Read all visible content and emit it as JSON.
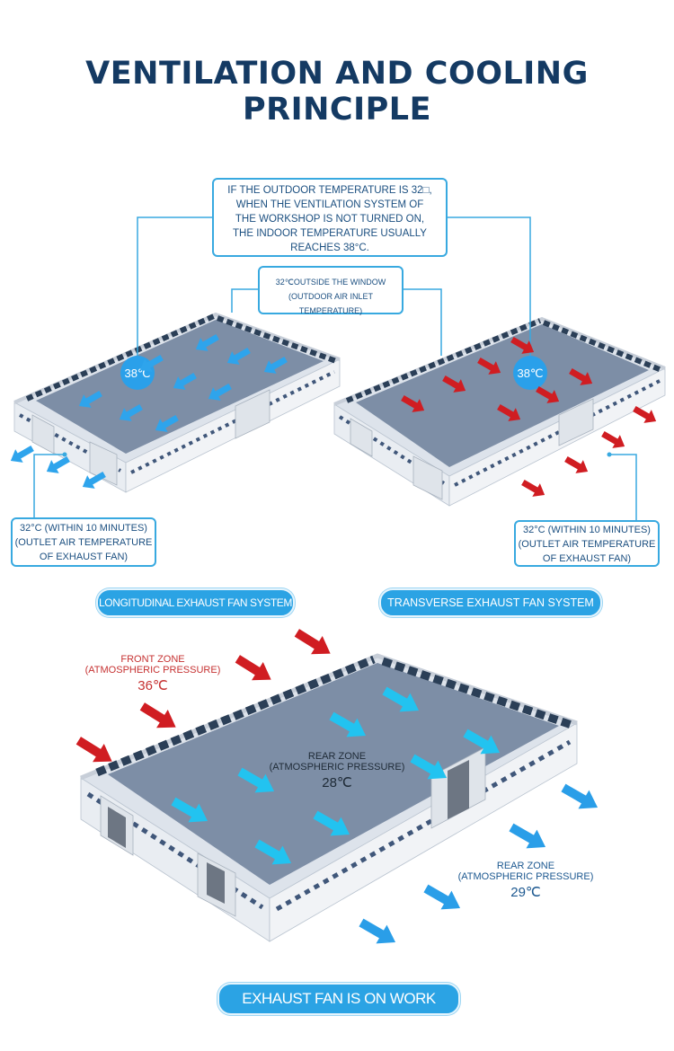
{
  "title": "VENTILATION AND COOLING PRINCIPLE",
  "callouts": {
    "main": [
      "IF THE OUTDOOR TEMPERATURE IS 32□,",
      "WHEN THE VENTILATION SYSTEM OF",
      "THE WORKSHOP IS NOT TURNED ON,",
      "THE INDOOR TEMPERATURE USUALLY",
      "REACHES 38°C."
    ],
    "window": [
      "32℃OUTSIDE THE WINDOW",
      "(OUTDOOR AIR INLET TEMPERATURE)"
    ],
    "outlet_left": [
      "32°C (WITHIN 10 MINUTES)",
      "(OUTLET AIR TEMPERATURE",
      "OF EXHAUST FAN)"
    ],
    "outlet_right": [
      "32°C (WITHIN 10 MINUTES)",
      "(OUTLET AIR TEMPERATURE",
      "OF EXHAUST FAN)"
    ]
  },
  "badges": {
    "left_temp": "38℃",
    "right_temp": "38℃"
  },
  "systems": {
    "left": "LONGITUDINAL EXHAUST FAN SYSTEM",
    "right": "TRANSVERSE EXHAUST FAN SYSTEM"
  },
  "zones": {
    "front": {
      "name": "FRONT ZONE",
      "pressure": "(ATMOSPHERIC PRESSURE)",
      "temp": "36℃"
    },
    "rear1": {
      "name": "REAR ZONE",
      "pressure": "(ATMOSPHERIC PRESSURE)",
      "temp": "28℃"
    },
    "rear2": {
      "name": "REAR ZONE",
      "pressure": "(ATMOSPHERIC PRESSURE)",
      "temp": "29℃"
    }
  },
  "footer": "EXHAUST FAN IS  ON WORK",
  "colors": {
    "title": "#143a63",
    "accent": "#2ba3e4",
    "cool_air": "#2ea4ec",
    "hot_air": "#d01d22",
    "floor": "#7d8ea6",
    "wall": "#e8ecf2"
  }
}
